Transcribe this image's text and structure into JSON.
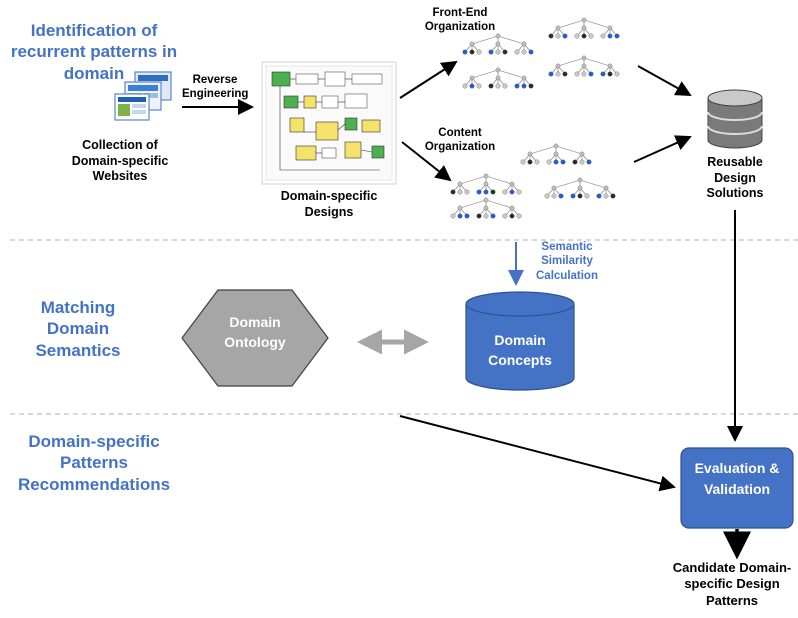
{
  "sections": {
    "identification": "Identification of recurrent patterns in domain",
    "matching": "Matching Domain Semantics",
    "recommendations": "Domain-specific Patterns Recommendations"
  },
  "labels": {
    "collection": "Collection of Domain-specific Websites",
    "reverse_engineering": "Reverse Engineering",
    "domain_specific_designs": "Domain-specific Designs",
    "front_end": "Front-End Organization",
    "content_org": "Content Organization",
    "reusable": "Reusable Design Solutions",
    "semantic_similarity": "Semantic Similarity Calculation",
    "candidate": "Candidate Domain-specific Design Patterns"
  },
  "nodes": {
    "ontology": "Domain Ontology",
    "concepts": "Domain Concepts",
    "evaluation": "Evaluation & Validation"
  },
  "colors": {
    "section_text": "#4472c4",
    "ontology_fill": "#a6a6a6",
    "concepts_fill": "#4472c4",
    "evaluation_fill": "#4472c4",
    "divider": "#bfbfbf"
  }
}
